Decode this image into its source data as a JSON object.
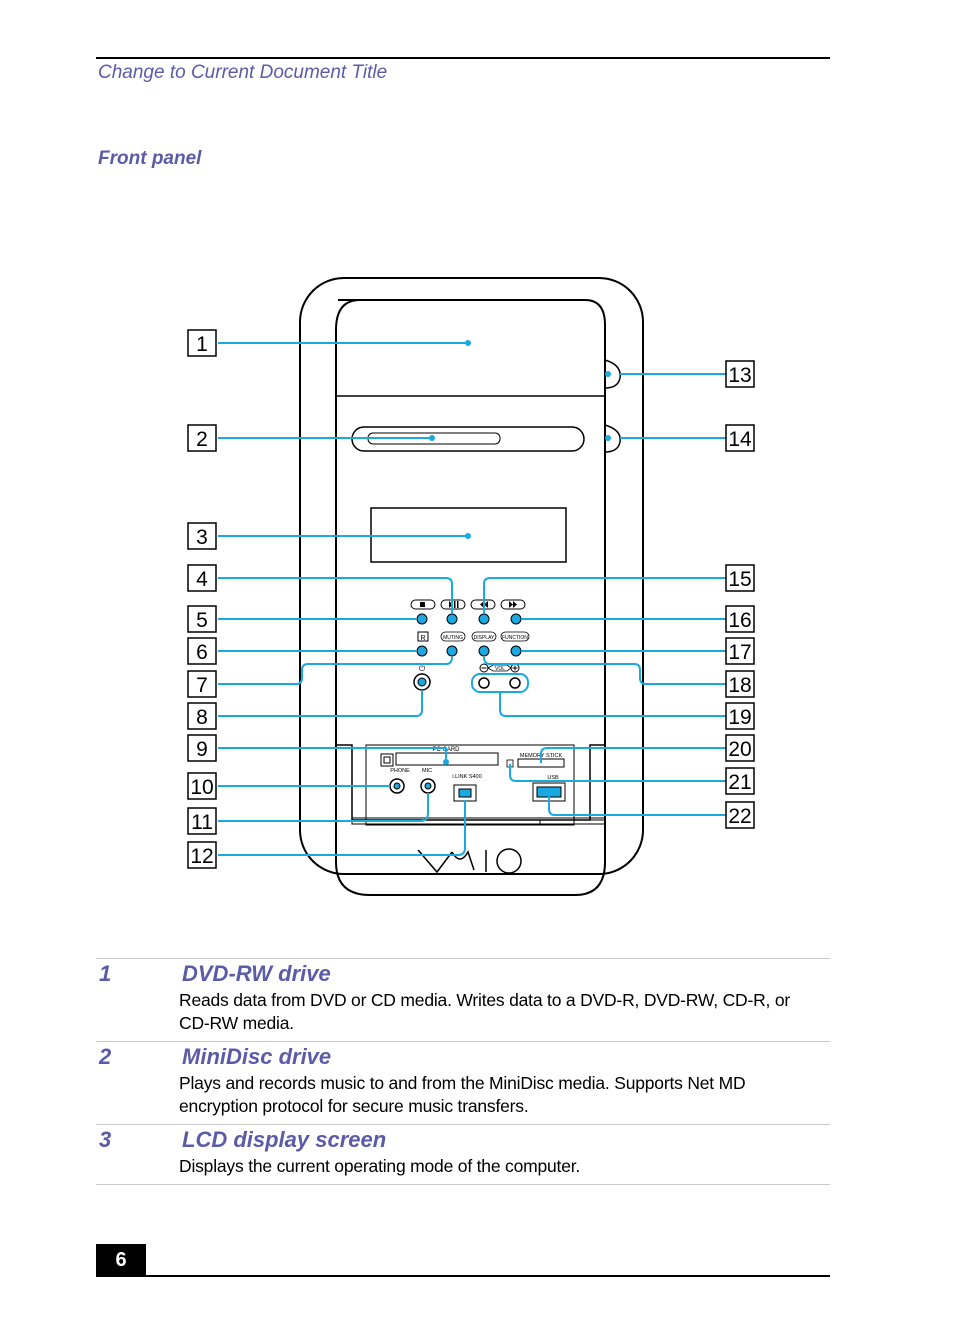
{
  "header": {
    "title": "Change to Current Document Title"
  },
  "section": {
    "title": "Front panel"
  },
  "diagram": {
    "callouts_left": [
      "1",
      "2",
      "3",
      "4",
      "5",
      "6",
      "7",
      "8",
      "9",
      "10",
      "11",
      "12"
    ],
    "callouts_right": [
      "13",
      "14",
      "15",
      "16",
      "17",
      "18",
      "19",
      "20",
      "21",
      "22"
    ],
    "labels": {
      "muting": "MUTING",
      "display": "DISPLAY",
      "function": "FUNCTION",
      "vol": "VOL",
      "pc_card": "PC CARD",
      "memory_stick": "MEMORY STICK",
      "phones": "PHONE",
      "mic": "MIC",
      "ilink": "i.LINK S400",
      "usb": "USB",
      "brand": "VAIO"
    },
    "line_color": "#1aa9e0"
  },
  "items": [
    {
      "num": "1",
      "title": "DVD-RW drive",
      "desc": "Reads data from DVD or CD media. Writes data to a DVD-R, DVD-RW, CD-R, or CD-RW media."
    },
    {
      "num": "2",
      "title": "MiniDisc drive",
      "desc": "Plays and records music to and from the MiniDisc media. Supports Net MD encryption protocol for secure music transfers."
    },
    {
      "num": "3",
      "title": "LCD display screen",
      "desc": "Displays the current operating mode of the computer."
    }
  ],
  "footer": {
    "page_number": "6"
  }
}
